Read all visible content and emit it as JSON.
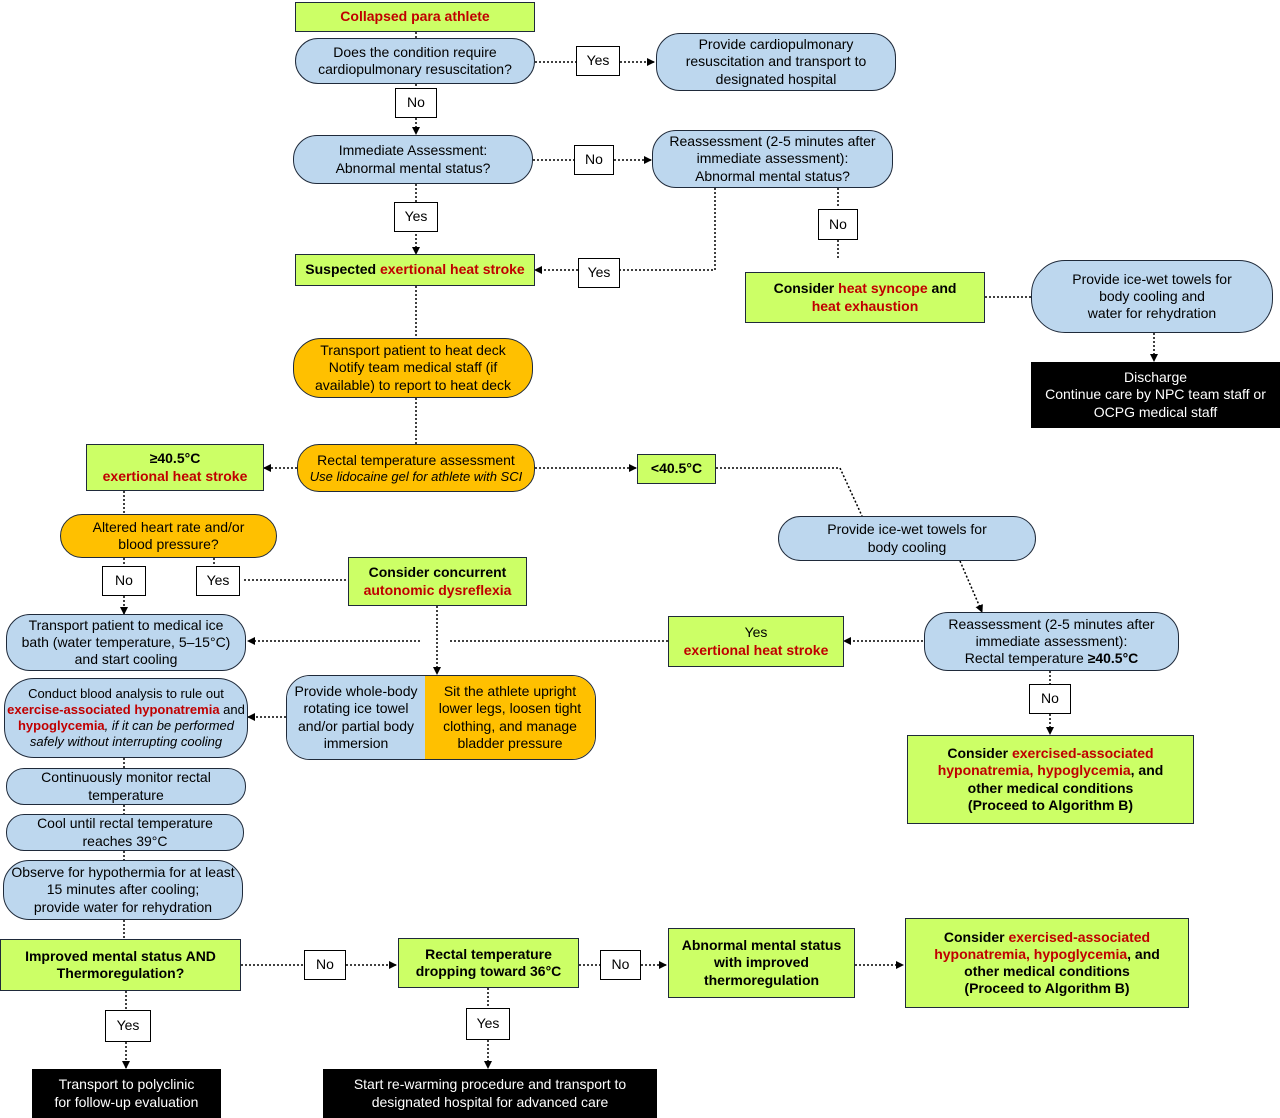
{
  "nodes": {
    "collapsed": "Collapsed para athlete",
    "cpr_q": [
      "Does the condition require",
      "cardiopulmonary resuscitation?"
    ],
    "cpr_yes": [
      "Provide  cardiopulmonary",
      "resuscitation and transport to",
      "designated hospital"
    ],
    "immediate": [
      "Immediate Assessment:",
      "Abnormal mental status?"
    ],
    "reassess1": [
      "Reassessment (2-5 minutes after",
      "immediate assessment):",
      "Abnormal mental status?"
    ],
    "suspected_prefix": "Suspected ",
    "suspected_red": "exertional heat stroke",
    "consider_prefix": "Consider ",
    "heat_syncope": "heat syncope",
    "and": " and",
    "heat_exhaustion": "heat exhaustion",
    "ice_towels_rehyd": [
      "Provide ice-wet towels for",
      "body cooling and",
      "water for rehydration"
    ],
    "discharge": [
      "Discharge",
      "Continue care by NPC team staff or",
      "OCPG medical staff"
    ],
    "transport_deck": [
      "Transport patient to heat deck",
      "Notify team medical staff (if",
      "available)  to report to heat deck"
    ],
    "rectal_assess": "Rectal temperature assessment",
    "rectal_assess_note": "Use lidocaine gel for athlete with SCI",
    "ge405": "≥40.5°C",
    "ge405_red": "exertional heat stroke",
    "lt405": "<40.5°C",
    "altered_hr": [
      "Altered heart rate and/or",
      "blood pressure?"
    ],
    "concurrent": "Consider  concurrent",
    "autonomic": "autonomic dysreflexia",
    "ice_towels": [
      "Provide ice-wet towels for",
      "body cooling"
    ],
    "reassess2": [
      "Reassessment (2-5 minutes after",
      "immediate assessment):"
    ],
    "reassess2_last": "Rectal temperature ",
    "reassess2_bold": "≥40.5°C",
    "yes_ehs_yes": "Yes",
    "yes_ehs_red": "exertional heat stroke",
    "ice_bath": [
      "Transport patient to medical ice",
      "bath (water temperature, 5–15°C)",
      "and start cooling"
    ],
    "blood1": "Conduct blood analysis to rule out",
    "blood_red1": "exercise-associated hyponatremia",
    "blood_and": " and",
    "blood_red2": "hypoglycemia",
    "blood_it1": ", if it can be performed",
    "blood_it2": "safely without interrupting cooling",
    "whole_body": [
      "Provide whole-body",
      "rotating ice towel",
      "and/or partial body",
      "immersion"
    ],
    "sit_upright": [
      "Sit the athlete upright",
      "lower legs, loosen tight",
      "clothing, and manage",
      "bladder pressure"
    ],
    "monitor": [
      "Continuously monitor rectal",
      "temperature"
    ],
    "cool_until": [
      "Cool until rectal temperature",
      "reaches 39°C"
    ],
    "observe": [
      "Observe for hypothermia for at least",
      "15 minutes after cooling;",
      "provide water for rehydration"
    ],
    "improved": [
      "Improved mental status AND",
      "Thermoregulation?"
    ],
    "rectal_drop": [
      "Rectal temperature",
      "dropping toward 36°C"
    ],
    "abnormal_improved": [
      "Abnormal mental status",
      "with improved",
      "thermoregulation"
    ],
    "consider_ex_prefix": "Consider ",
    "consider_ex_red1": "exercised-associated",
    "consider_ex_red2": "hyponatremia, hypoglycemia",
    "consider_ex_and": ", and",
    "consider_ex_l3": "other medical conditions",
    "consider_ex_l4": "(Proceed to Algorithm B)",
    "polyclinic": [
      "Transport to polyclinic",
      "for follow-up evaluation"
    ],
    "rewarm": [
      "Start re-warming procedure and transport to",
      "designated hospital for advanced care"
    ]
  },
  "labels": {
    "yes": "Yes",
    "no": "No"
  },
  "colors": {
    "blue": "#bdd7ee",
    "orange": "#ffc000",
    "green": "#ccff66",
    "red": "#c00000",
    "black": "#000000"
  }
}
